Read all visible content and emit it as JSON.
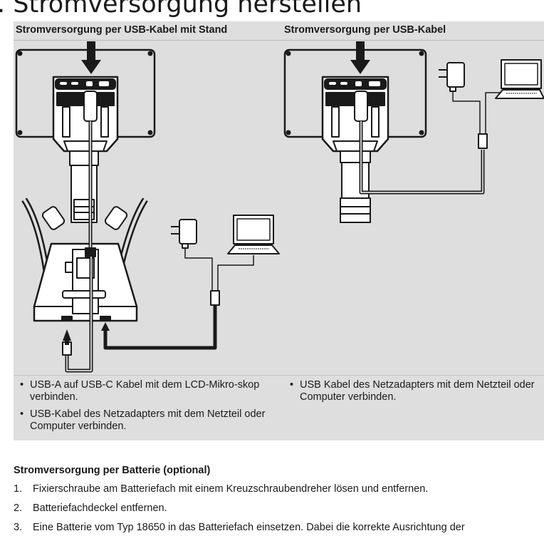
{
  "heading": ". Stromversorgung herstellen",
  "left_column": {
    "title": "Stromversorgung per USB-Kabel mit Stand",
    "bullets": [
      "USB-A auf USB-C Kabel mit dem LCD-Mikro-skop verbinden.",
      "USB-Kabel des Netzadapters mit dem Netzteil oder Computer verbinden."
    ]
  },
  "right_column": {
    "title": "Stromversorgung per USB-Kabel",
    "bullets": [
      "USB Kabel des Netzadapters mit dem Netzteil oder Computer verbinden."
    ]
  },
  "battery_section": {
    "title": "Stromversorgung per Batterie (optional)",
    "steps": [
      {
        "num": "1.",
        "text": "Fixierschraube am Batteriefach mit einem Kreuzschraubendreher lösen und entfernen."
      },
      {
        "num": "2.",
        "text": "Batteriefachdeckel entfernen."
      },
      {
        "num": "3.",
        "text": "Eine Batterie vom Typ 18650 in das Batteriefach einsetzen. Dabei die korrekte Ausrichtung der"
      }
    ]
  },
  "colors": {
    "panel": "#dedede",
    "ink": "#1a1a1a"
  },
  "icons": [
    "arrow-down-icon",
    "power-adapter-icon",
    "laptop-icon",
    "usb-plug-icon"
  ]
}
